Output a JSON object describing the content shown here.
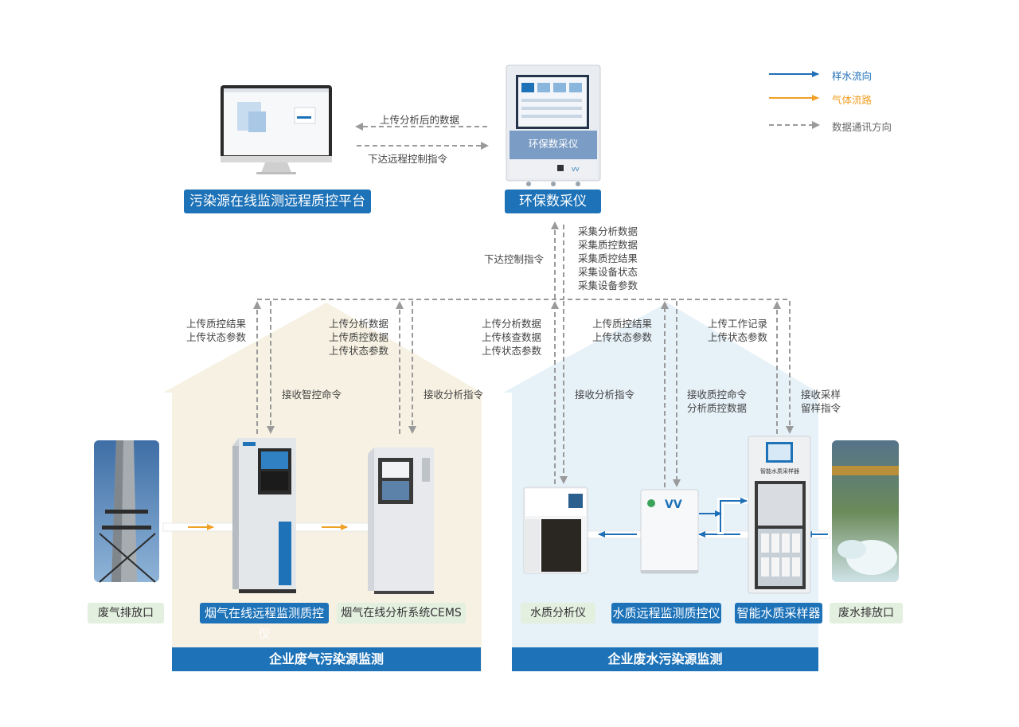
{
  "legend": {
    "sample_water_flow": "样水流向",
    "gas_flow": "气体流路",
    "data_comm": "数据通讯方向"
  },
  "colors": {
    "primary_blue": "#1d72b8",
    "water_arrow": "#1f6fb8",
    "gas_arrow": "#f0a024",
    "dashed_gray": "#9a9a9a",
    "gas_zone": "#f6f1e2",
    "water_zone": "#e6f1f8",
    "label_green_bg": "#e3efdf"
  },
  "platform": {
    "label": "污染源在线监测远程质控平台"
  },
  "collector": {
    "label": "环保数采仪",
    "screen_text": "环保数采仪"
  },
  "top_links": {
    "upload_analyzed": "上传分析后的数据",
    "remote_control": "下达远程控制指令"
  },
  "center_links": {
    "control_cmd": "下达控制指令",
    "collect": [
      "采集分析数据",
      "采集质控数据",
      "采集质控结果",
      "采集设备状态",
      "采集设备参数"
    ]
  },
  "notes": {
    "gas_qc_upload": [
      "上传质控结果",
      "上传状态参数"
    ],
    "gas_cems_upload": [
      "上传分析数据",
      "上传质控数据",
      "上传状态参数"
    ],
    "water_analyzer_upload": [
      "上传分析数据",
      "上传核查数据",
      "上传状态参数"
    ],
    "water_qc_upload": [
      "上传质控结果",
      "上传状态参数"
    ],
    "sampler_upload": [
      "上传工作记录",
      "上传状态参数"
    ],
    "receive_smart_qc": "接收智控命令",
    "receive_analyze_gas": "接收分析指令",
    "receive_analyze_water": "接收分析指令",
    "receive_qc": [
      "接收质控命令",
      "分析质控数据"
    ],
    "receive_sampling": [
      "接收采样",
      "留样指令"
    ]
  },
  "devices": {
    "exhaust_outlet": "废气排放口",
    "flue_qc": "烟气在线远程监测质控仪",
    "cems": "烟气在线分析系统CEMS",
    "water_analyzer": "水质分析仪",
    "water_qc": "水质远程监测质控仪",
    "water_sampler": "智能水质采样器",
    "wastewater_outlet": "废水排放口"
  },
  "device_text": {
    "sampler_panel": "智能水质采样器"
  },
  "sections": {
    "gas": "企业废气污染源监测",
    "water": "企业废水污染源监测"
  }
}
